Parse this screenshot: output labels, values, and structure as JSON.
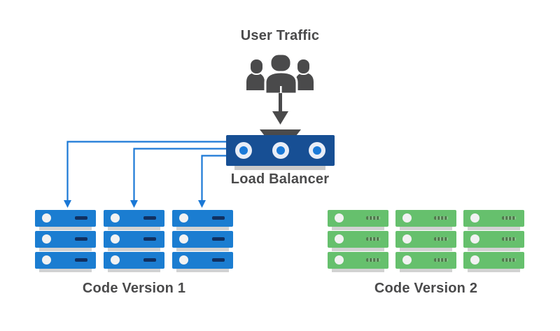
{
  "diagram": {
    "user_traffic_label": "User Traffic",
    "load_balancer": {
      "label": "Load Balancer",
      "ports": 3
    },
    "clusters": [
      {
        "label": "Code Version 1",
        "stacks": 3,
        "servers_per_stack": 3,
        "bar_color": "#1b7dd1",
        "indicator_color": "#f2f2f2",
        "dash_color": "#103061",
        "dash_segmented": false,
        "receives_traffic": true
      },
      {
        "label": "Code Version 2",
        "stacks": 3,
        "servers_per_stack": 3,
        "bar_color": "#66c06d",
        "indicator_color": "#f2f2f2",
        "dash_color": "#527a4e",
        "dash_segmented": true,
        "receives_traffic": false
      }
    ],
    "connections": {
      "from": "Load Balancer",
      "to": "Code Version 1",
      "count": 3
    }
  },
  "colors": {
    "background": "#ffffff",
    "ink": "#4a4a4b",
    "lb_blue": "#174f94",
    "accent_blue": "#1a78d6",
    "port_ring": "#e9eef7",
    "port_dot": "#1b7ad8",
    "shadow_gray": "#d2d2d2",
    "lb_shadow": "#c9c9c9"
  }
}
